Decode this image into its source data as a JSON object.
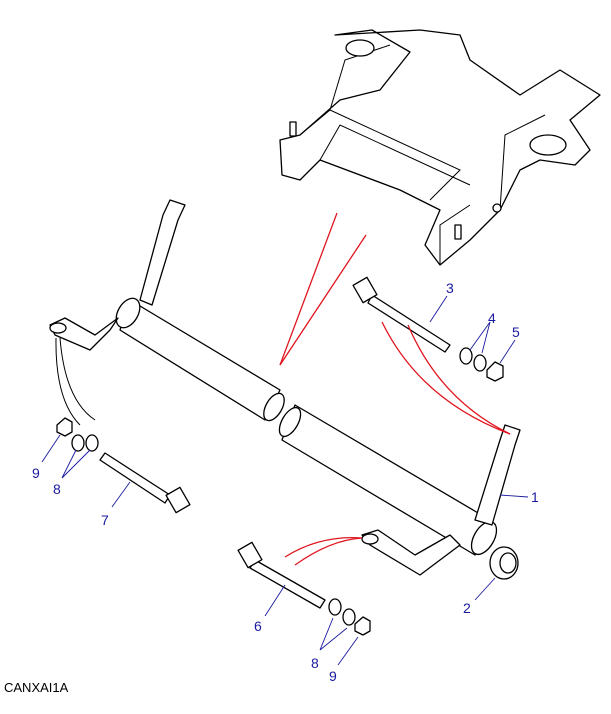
{
  "diagram_code": "CANXAI1A",
  "callouts": {
    "c1": "1",
    "c2": "2",
    "c3": "3",
    "c4": "4",
    "c5": "5",
    "c6": "6",
    "c7": "7",
    "c8a": "8",
    "c9a": "9",
    "c8b": "8",
    "c9b": "9"
  },
  "colors": {
    "callout": "#1a1aa0",
    "guide_lines": "#e0141e",
    "lines": "#000000"
  }
}
